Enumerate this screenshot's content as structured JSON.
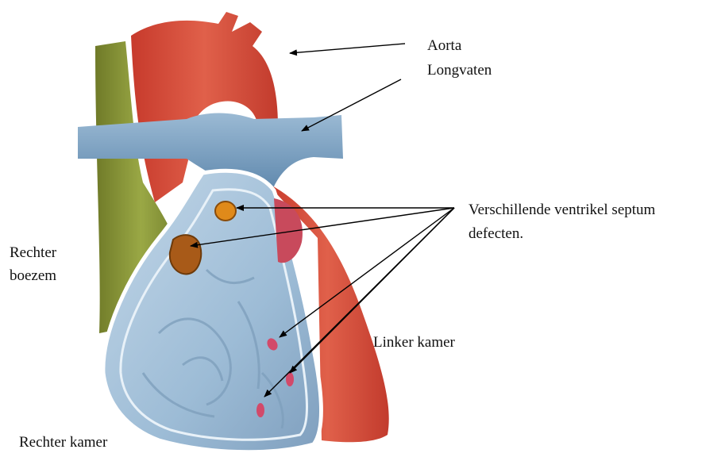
{
  "labels": {
    "aorta": "Aorta",
    "longvaten": "Longvaten",
    "septum_line1": "Verschillende ventrikel septum",
    "septum_line2": "defecten.",
    "rechter_boezem_line1": "Rechter",
    "rechter_boezem_line2": "boezem",
    "linker_kamer": "Linker kamer",
    "rechter_kamer": "Rechter kamer"
  },
  "colors": {
    "aorta": "#d9503d",
    "pulmonary": "#7fa3c4",
    "right_atrium": "#8c9a3a",
    "ventricle": "#a9c6de",
    "defect_large": "#e08a1a",
    "defect_small": "#d24a6a",
    "arrow": "#000000"
  }
}
